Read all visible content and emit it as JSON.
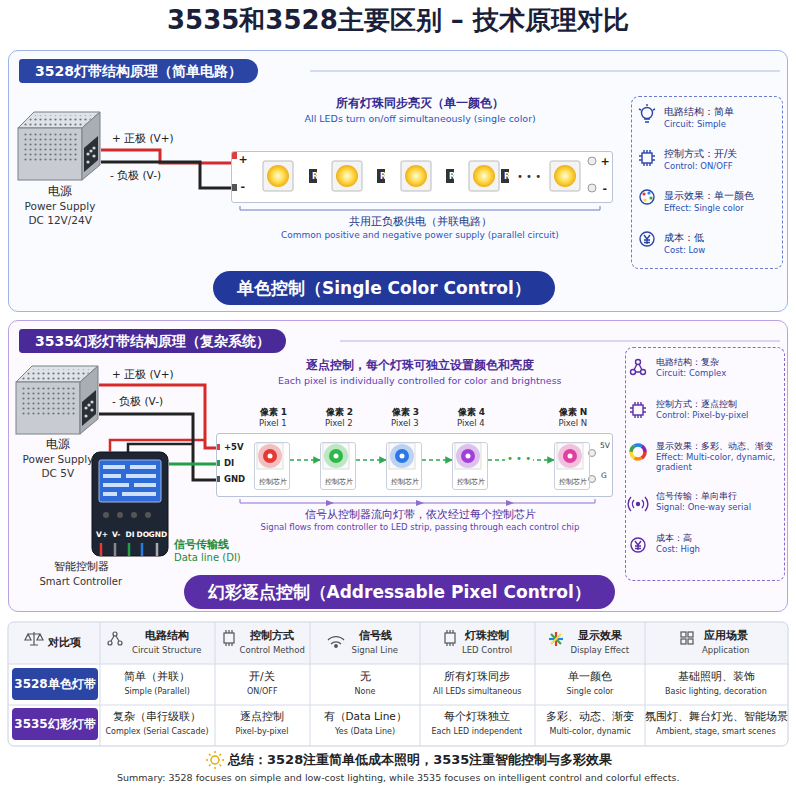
{
  "diagram": {
    "title": "3535和3528主要区别 – 技术原理对比",
    "nodes": [
      {
        "text": [
          "3528灯带结构原理（简单电路）"
        ]
      },
      {
        "text": [
          "电源",
          "Power Supply",
          "DC 12V/24V"
        ],
        "in": 0
      },
      {
        "text": [
          "+",
          "-",
          "R",
          "R",
          "R",
          "R",
          "• • •",
          "+",
          "-"
        ],
        "in": 0
      },
      {
        "text": [
          "电路结构：简单",
          "Circuit: Simple",
          "控制方式：开/关",
          "Control: ON/OFF",
          "显示效果：单一颜色",
          "Effect: Single color",
          "成本：低",
          "Cost: Low"
        ],
        "in": 0
      },
      {
        "text": [
          "单色控制（Single Color Control）"
        ],
        "in": 0
      },
      {
        "text": [
          "3535幻彩灯带结构原理（复杂系统）"
        ]
      },
      {
        "text": [
          "电源",
          "Power Supply",
          "DC 5V"
        ],
        "in": 5
      },
      {
        "text": [
          "V+",
          "V-",
          "DI",
          "DO",
          "GND",
          "智能控制器",
          "Smart Controller"
        ],
        "in": 5
      },
      {
        "text": [
          "+5V",
          "DI",
          "GND",
          "5V",
          "G"
        ],
        "in": 5
      },
      {
        "text": [
          "像素 1",
          "Pixel 1",
          "控制芯片"
        ],
        "in": 8
      },
      {
        "text": [
          "像素 2",
          "Pixel 2",
          "控制芯片"
        ],
        "in": 8
      },
      {
        "text": [
          "像素 3",
          "Pixel 3",
          "控制芯片"
        ],
        "in": 8
      },
      {
        "text": [
          "像素 4",
          "Pixel 4",
          "控制芯片"
        ],
        "in": 8
      },
      {
        "text": [
          "像素 N",
          "Pixel N",
          "控制芯片"
        ],
        "in": 8
      },
      {
        "text": [
          "电路结构：复杂",
          "Circuit: Complex",
          "控制方式：逐点控制",
          "Control: Pixel-by-pixel",
          "显示效果：多彩、动态、渐变",
          "Effect: Multi-color, dynamic, gradient",
          "信号传输：单向串行",
          "Signal: One-way serial",
          "成本：高",
          "Cost: High"
        ],
        "in": 5
      },
      {
        "text": [
          "幻彩逐点控制（Addressable Pixel Control）"
        ],
        "in": 5
      }
    ],
    "edges": [
      {
        "from": 1,
        "to": 2,
        "arrow": "none",
        "label": "+ 正极 (V+)"
      },
      {
        "from": 1,
        "to": 2,
        "arrow": "none",
        "label": "- 负极 (V-)"
      },
      {
        "from": 6,
        "to": 8,
        "arrow": "none",
        "label": "+ 正极 (V+)"
      },
      {
        "from": 6,
        "to": 8,
        "arrow": "none",
        "label": "- 负极 (V-)"
      },
      {
        "from": 7,
        "to": 8,
        "arrow": "none",
        "label": "信号传输线"
      },
      {
        "from": 9,
        "to": 10,
        "arrow": "to"
      },
      {
        "from": 10,
        "to": 11,
        "arrow": "to"
      },
      {
        "from": 11,
        "to": 12,
        "arrow": "to"
      },
      {
        "from": 12,
        "to": 13,
        "arrow": "to",
        "label": "• • •"
      }
    ],
    "labels": [
      "所有灯珠同步亮灭（单一颜色）",
      "All LEDs turn on/off simultaneously (single color)",
      "共用正负极供电（并联电路）",
      "Common positive and negative power supply (parallel circuit)",
      "逐点控制，每个灯珠可独立设置颜色和亮度",
      "Each pixel is individually controlled for color and brightness",
      "Data line (DI)",
      "信号从控制器流向灯带，依次经过每个控制芯片",
      "Signal flows from controller to LED strip, passing through each control chip",
      "对比项",
      "电路结构",
      "Circuit Structure",
      "控制方式",
      "Control Method",
      "信号线",
      "Signal Line",
      "灯珠控制",
      "LED Control",
      "显示效果",
      "Display Effect",
      "应用场景",
      "Application",
      "3528单色灯带",
      "简单（并联）",
      "Simple (Parallel)",
      "开/关",
      "ON/OFF",
      "无",
      "None",
      "所有灯珠同步",
      "All LEDs simultaneous",
      "单一颜色",
      "Single color",
      "基础照明、装饰",
      "Basic lighting, decoration",
      "3535幻彩灯带",
      "复杂（串行级联）",
      "Complex (Serial Cascade)",
      "逐点控制",
      "Pixel-by-pixel",
      "有（Data Line）",
      "Yes (Data Line)",
      "每个灯珠独立",
      "Each LED independent",
      "多彩、动态、渐变",
      "Multi-color, dynamic",
      "氛围灯、舞台灯光、智能场景",
      "Ambient, stage, smart scenes",
      "总结：3528注重简单低成本照明，3535注重智能控制与多彩效果",
      "Summary: 3528 focuses on simple and low-cost lighting, while 3535 focuses on intelligent control and colorful effects."
    ]
  }
}
